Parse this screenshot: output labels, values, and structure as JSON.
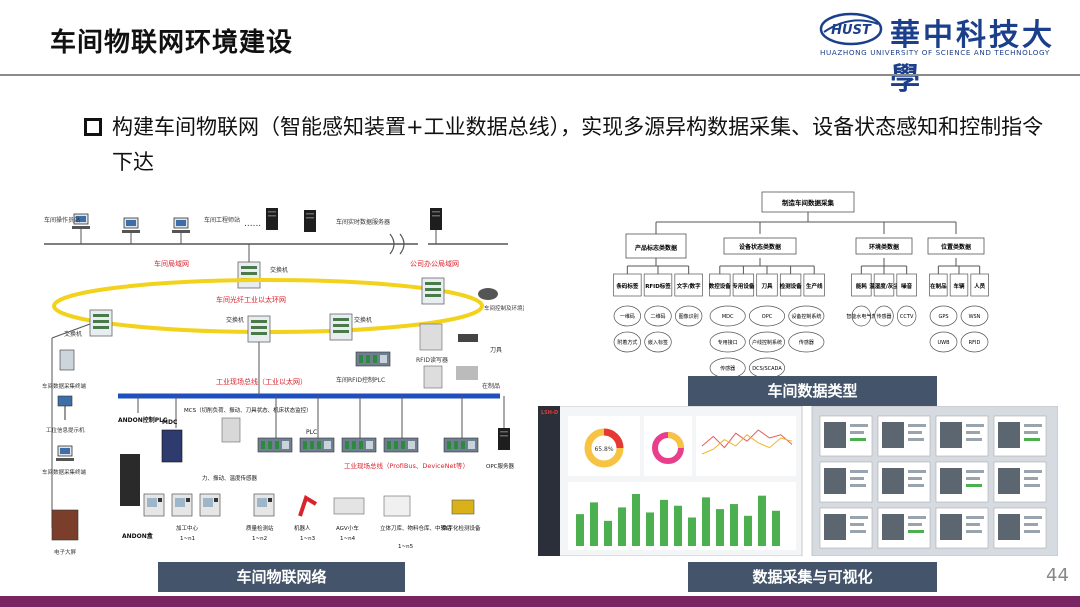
{
  "title": "车间物联网环境建设",
  "logo": {
    "cn": "華中科技大學",
    "en": "HUAZHONG UNIVERSITY OF SCIENCE AND TECHNOLOGY",
    "mark": "HUST"
  },
  "bullet": "构建车间物联网（智能感知装置+工业数据总线），实现多源异构数据采集、设备状态感知和控制指令下达",
  "page_number": "44",
  "captions": {
    "network": "车间物联网络",
    "data_types": "车间数据类型",
    "visualization": "数据采集与可视化"
  },
  "network": {
    "top_labels": {
      "operator": "车间操作员站",
      "engineer": "车间工程师站",
      "rtdb": "车间实时数据服务器",
      "lan": "车间局域网",
      "office": "公司办公局域网",
      "switch_top": "交换机"
    },
    "ring": {
      "label": "车间光纤工业以太环网",
      "switch_left": "交换机",
      "switch_mid": "交换机",
      "switch_right": "交换机"
    },
    "left": {
      "switch": "交换机",
      "terminal": "车间数据采集终端",
      "kanban": "工位信息提示机",
      "collector": "车间数据采集终端",
      "screen": "电子大屏"
    },
    "right": {
      "env": "车间控制及环境监控",
      "reader": "RFID读写器",
      "tool": "刀具",
      "rfid_plc": "车间RFID控制PLC",
      "product": "在制品"
    },
    "bus": {
      "label": "工业现场总线（工业以太网）",
      "fieldbus": "工业现场总线（ProfiBus、DeviceNet等）"
    },
    "devices": {
      "andon_plc": "ANDON控制PLC",
      "andon": "ANDON盒",
      "mdc": "MDC",
      "mcs": "MCS（切削负荷、振动、刀具状态、机床状态监控）",
      "sensors": "力、振动、温度传感器",
      "machining": "加工中心",
      "machining_n": "1~n1",
      "inspect": "质量检测站",
      "inspect_n": "1~n2",
      "robot": "机器人",
      "robot_n": "1~n3",
      "agv": "AGV小车",
      "agv_n": "1~n4",
      "warehouse": "立体刀库、物料仓库、中转站",
      "warehouse_n": "1~n5",
      "cnc": "数字化检测设备",
      "opc": "OPC服务器",
      "plc": "PLC"
    }
  },
  "data_tree": {
    "root": "制造车间数据采集",
    "categories": [
      "产品标志类数据",
      "设备状态类数据",
      "环境类数据",
      "位置类数据"
    ],
    "product": {
      "items": [
        "条码标签",
        "RFID标签",
        "文字/数字"
      ],
      "leaves": [
        "一维码",
        "二维码",
        "图像识别",
        "附着方式",
        "嵌入标签"
      ]
    },
    "equipment": {
      "items": [
        "数控设备",
        "专用设备",
        "刀具",
        "检测设备",
        "生产线"
      ],
      "leaves": [
        "MDC",
        "OPC",
        "设备控制系统",
        "专用接口",
        "户线控制系统",
        "传感器",
        "传感器",
        "DCS/SCADA"
      ]
    },
    "environment": {
      "items": [
        "能耗",
        "温湿度/灰尘",
        "噪音"
      ],
      "leaves": [
        "智能水电气表",
        "传感器",
        "CCTV"
      ]
    },
    "location": {
      "items": [
        "在制品",
        "车辆",
        "人员"
      ],
      "leaves": [
        "GPS",
        "WSN",
        "UWB",
        "RFID"
      ]
    }
  },
  "dashboard": {
    "brand": "LSH-D",
    "gauge_value": "65.8%",
    "bar_values": [
      38,
      52,
      30,
      46,
      62,
      40,
      55,
      48,
      34,
      58,
      44,
      50,
      36,
      60,
      42
    ],
    "line_a": [
      30,
      42,
      28,
      46,
      36,
      50,
      40,
      44,
      32
    ],
    "line_b": [
      20,
      26,
      38,
      30,
      44,
      34,
      28,
      40,
      36
    ]
  },
  "colors": {
    "accent": "#7a2563",
    "caption_bg": "#44546a",
    "bus_blue": "#1f4fbf",
    "ring_yellow": "#f2d21a",
    "red_label": "#d9232d",
    "hust_blue": "#1c3f8c"
  }
}
